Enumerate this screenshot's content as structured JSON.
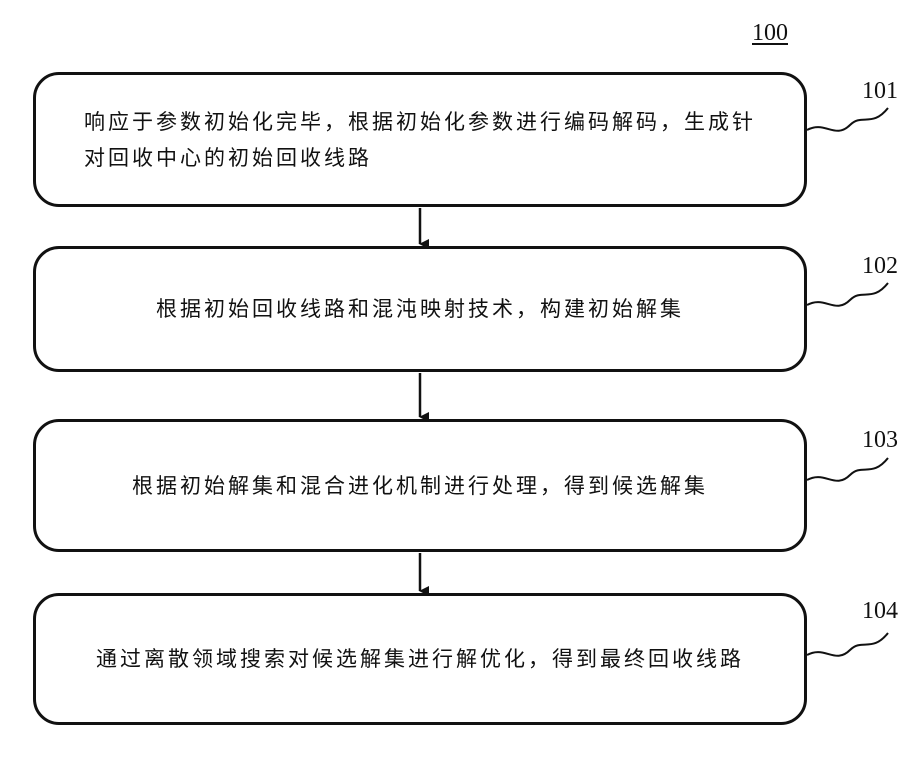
{
  "figure_number": "100",
  "steps": [
    {
      "number": "101",
      "text": "响应于参数初始化完毕，根据初始化参数进行编码解码，生成针\n对回收中心的初始回收线路"
    },
    {
      "number": "102",
      "text": "根据初始回收线路和混沌映射技术，构建初始解集"
    },
    {
      "number": "103",
      "text": "根据初始解集和混合进化机制进行处理，得到候选解集"
    },
    {
      "number": "104",
      "text": "通过离散领域搜索对候选解集进行解优化，得到最终回收线路"
    }
  ]
}
